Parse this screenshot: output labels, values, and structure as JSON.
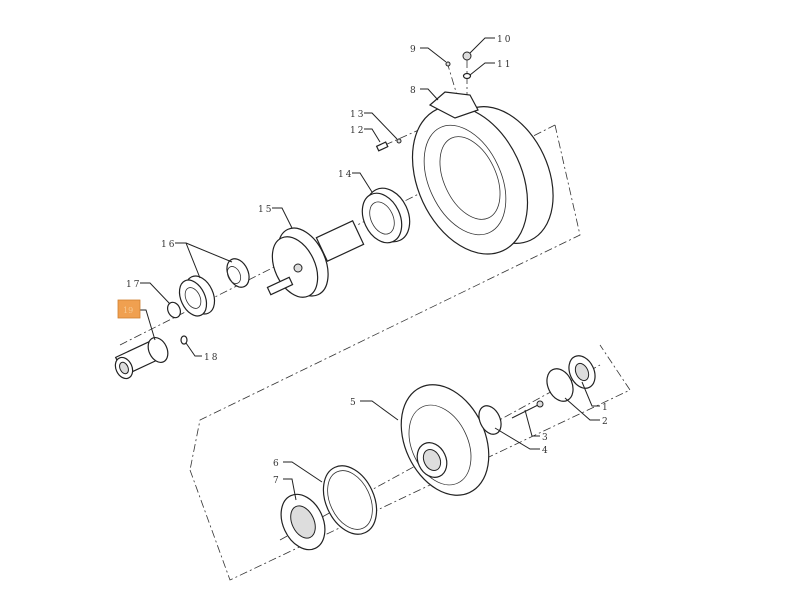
{
  "diagram": {
    "highlight_color": "#f0a050",
    "highlighted_callout": "19",
    "callouts": [
      "1",
      "2",
      "3",
      "4",
      "5",
      "6",
      "7",
      "8",
      "9",
      "10",
      "11",
      "12",
      "13",
      "14",
      "15",
      "16",
      "17",
      "18"
    ]
  }
}
